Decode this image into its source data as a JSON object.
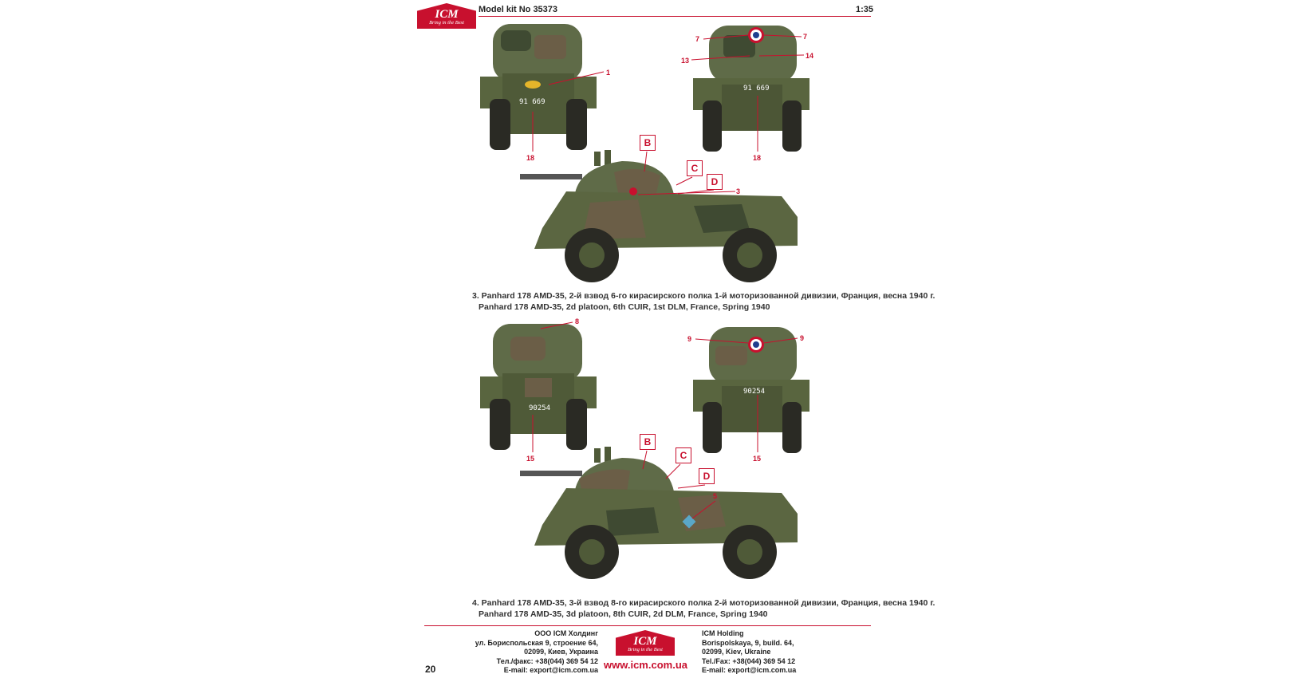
{
  "header": {
    "brand": "ICM",
    "slogan": "Bring in the Best",
    "model_kit": "Model kit No 35373",
    "scale": "1:35"
  },
  "top_scheme": {
    "rear_plate": "91 669",
    "front_plate": "91 669",
    "callouts": {
      "c1": "1",
      "c18a": "18",
      "c7a": "7",
      "c7b": "7",
      "c13": "13",
      "c14": "14",
      "c18b": "18",
      "c3": "3"
    },
    "letters": {
      "b": "B",
      "c": "C",
      "d": "D"
    },
    "caption_ru": "3. Panhard 178 AMD-35, 2-й взвод 6-го кирасирского полка 1-й моторизованной дивизии, Франция, весна 1940 г.",
    "caption_en": "Panhard 178 AMD-35, 2d platoon, 6th CUIR, 1st DLM, France, Spring 1940"
  },
  "bottom_scheme": {
    "rear_plate": "90254",
    "front_plate": "90254",
    "callouts": {
      "c8": "8",
      "c15a": "15",
      "c9a": "9",
      "c9b": "9",
      "c15b": "15",
      "c5": "5"
    },
    "letters": {
      "b": "B",
      "c": "C",
      "d": "D"
    },
    "caption_ru": "4. Panhard 178 AMD-35, 3-й взвод 8-го кирасирского полка 2-й моторизованной дивизии, Франция, весна 1940 г.",
    "caption_en": "Panhard 178 AMD-35, 3d platoon, 8th CUIR, 2d DLM, France, Spring 1940"
  },
  "footer": {
    "left": {
      "l1": "ООО ICM Холдинг",
      "l2": "ул. Бориспольская 9, строение 64,",
      "l3": "02099, Киев, Украина",
      "l4": "Тел./факс: +38(044) 369 54 12",
      "l5": "E-mail: export@icm.com.ua"
    },
    "right": {
      "l1": "ICM Holding",
      "l2": "Borispolskaya, 9, build. 64,",
      "l3": "02099, Kiev, Ukraine",
      "l4": "Tel./Fax: +38(044) 369 54 12",
      "l5": "E-mail: export@icm.com.ua"
    },
    "website": "www.icm.com.ua",
    "page_number": "20"
  },
  "colors": {
    "accent": "#c8102e",
    "camo_green": "#5f6b48",
    "camo_dark": "#3f4a32",
    "camo_brown": "#6b5e47"
  }
}
